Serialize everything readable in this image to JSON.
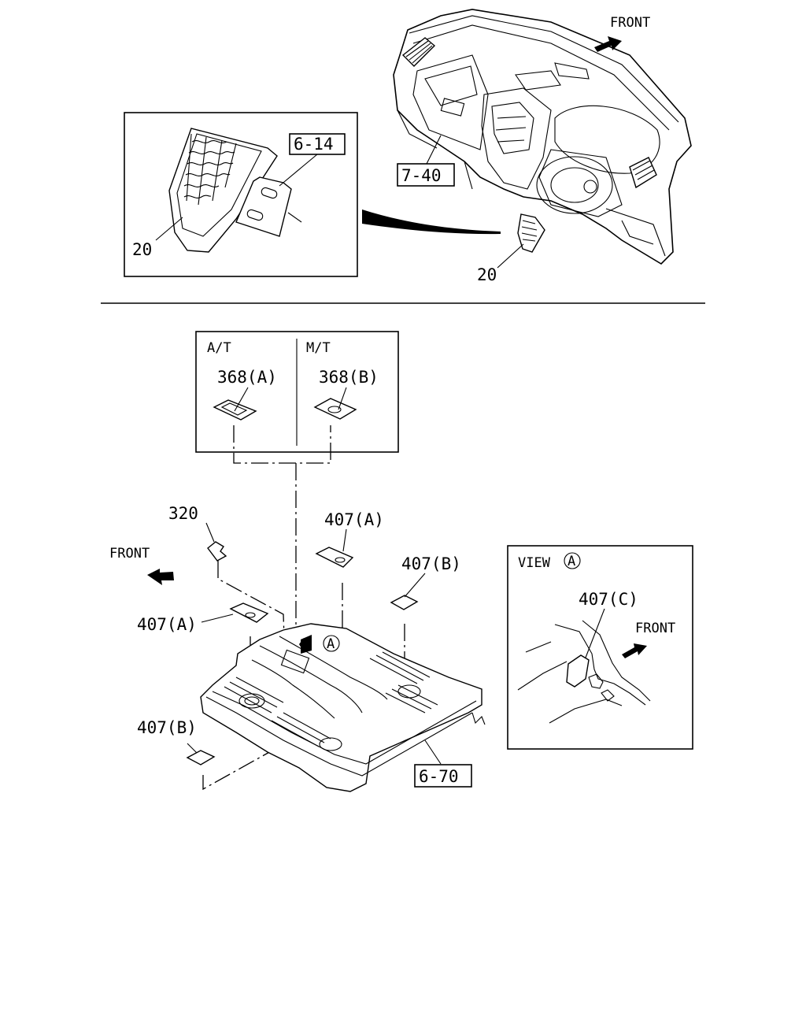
{
  "top_section": {
    "front_label": "FRONT",
    "parts": {
      "ref_vent_bracket": "6-14",
      "ref_instrument_panel": "7-40",
      "part_vent_inset": "20",
      "part_vent_main": "20"
    }
  },
  "bottom_section": {
    "variant_box": {
      "at_label": "A/T",
      "mt_label": "M/T",
      "part_at": "368(A)",
      "part_mt": "368(B)"
    },
    "front_label": "FRONT",
    "parts": {
      "p320": "320",
      "p407a_top": "407(A)",
      "p407a_left": "407(A)",
      "p407b_right": "407(B)",
      "p407b_left": "407(B)",
      "ref_floor": "6-70",
      "view_marker": "A"
    },
    "view_box": {
      "title_prefix": "VIEW",
      "title_marker": "A",
      "part": "407(C)",
      "front_label": "FRONT"
    }
  }
}
